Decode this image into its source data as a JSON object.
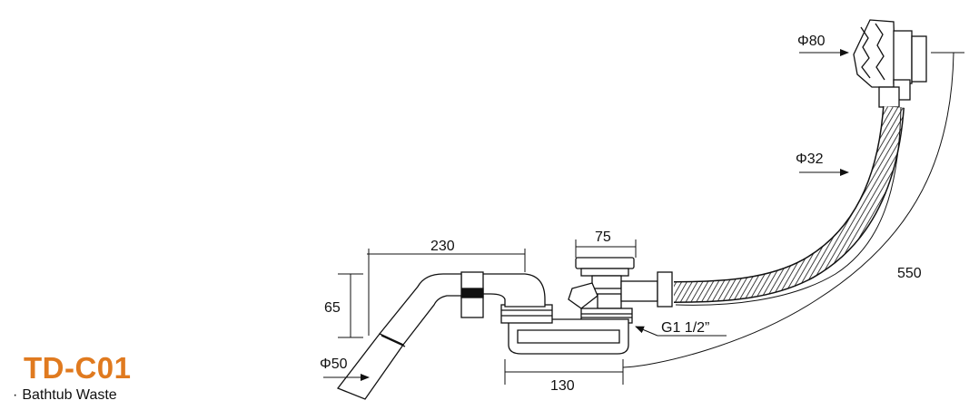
{
  "product": {
    "model_code": "TD-C01",
    "name": "Bathtub Waste",
    "bullet": "·",
    "accent_color": "#e07a1f"
  },
  "dimensions": {
    "overflow_diameter": "Φ80",
    "hose_diameter": "Φ32",
    "outlet_diameter": "Φ50",
    "trap_length": "230",
    "trap_height": "65",
    "waste_width": "75",
    "thread": "G1 1/2”",
    "drain_span": "130",
    "hose_length": "550"
  }
}
